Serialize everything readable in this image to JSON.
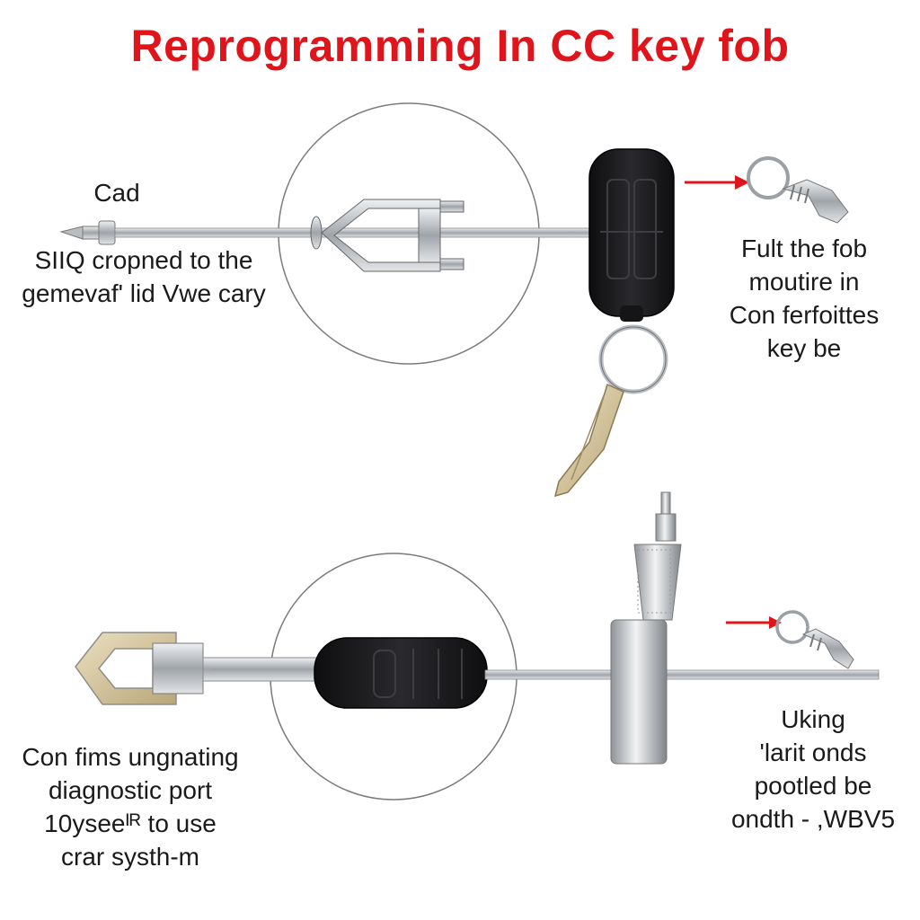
{
  "title": "Reprogramming In CC key fob",
  "top_left": {
    "heading": "Cad",
    "lines": [
      "SIIQ cropned to the",
      "gemevaf' lid Vwe cary"
    ]
  },
  "top_right": {
    "lines": [
      "Fult the fob",
      "moutire in",
      "Con ferfoittes",
      "key be"
    ]
  },
  "bottom_left": {
    "lines": [
      "Con fims ungnating",
      "diagnostic port",
      "10yseeᴵᴿ to use",
      "crar systh-m"
    ]
  },
  "bottom_right": {
    "lines": [
      "Uking",
      "'larit onds",
      "pootled be",
      "ondth - ,WBV5"
    ]
  },
  "colors": {
    "title": "#e0141b",
    "arrow": "#e0141b",
    "fob_body": "#1b1b1d",
    "metal": "#b9bcc0",
    "brass": "#d8c9a2"
  },
  "icons": [
    "screwdriver-tool-icon",
    "key-fob-icon",
    "key-ring-icon",
    "key-blade-icon",
    "diagnostic-probe-icon",
    "red-arrow-icon"
  ]
}
